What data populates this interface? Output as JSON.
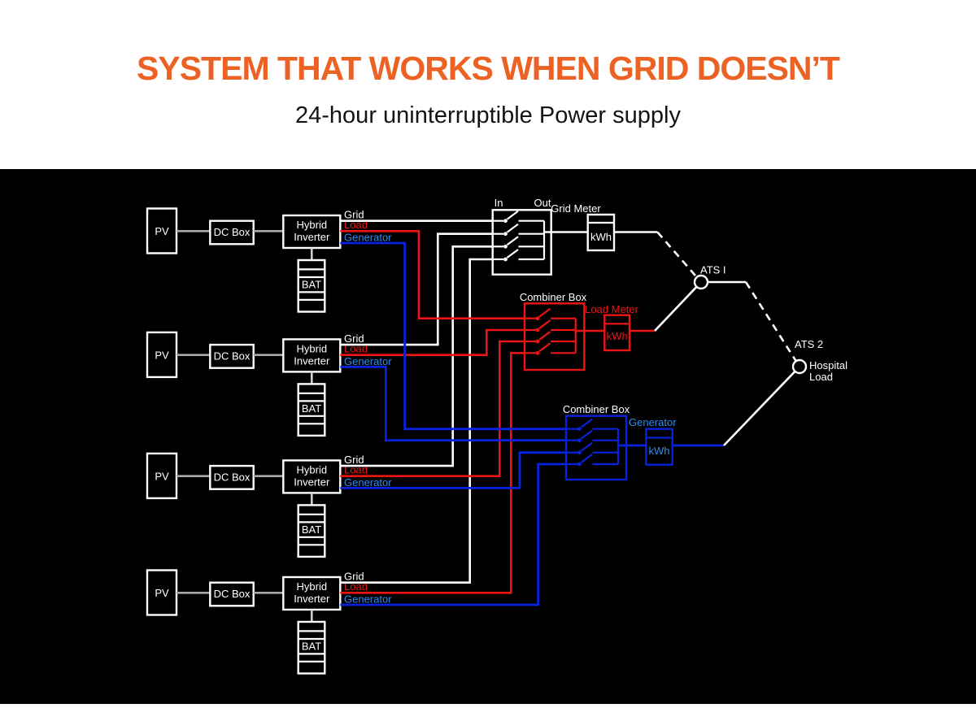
{
  "header": {
    "title": "SYSTEM THAT WORKS WHEN GRID DOESN’T",
    "subtitle": "24-hour uninterruptible Power supply"
  },
  "colors": {
    "accent_orange": "#ec6225",
    "wire_white": "#ffffff",
    "wire_red": "#ee1414",
    "wire_blue": "#0822dd",
    "label_blue": "#2e8bee",
    "panel_bg": "#000000"
  },
  "diagram": {
    "units_count": 4,
    "unit_labels": {
      "pv": "PV",
      "dc_box": "DC Box",
      "inverter_line1": "Hybrid",
      "inverter_line2": "Inverter",
      "battery": "BAT",
      "grid": "Grid",
      "load": "Load",
      "generator": "Generator"
    },
    "grid_switch": {
      "in_label": "In",
      "out_label": "Out"
    },
    "grid_meter": {
      "label": "Grid Meter",
      "value": "kWh"
    },
    "load_combiner": {
      "label": "Combiner Box"
    },
    "load_meter": {
      "label": "Load Meter",
      "value": "kWh"
    },
    "gen_combiner": {
      "label": "Combiner Box"
    },
    "gen_meter": {
      "label": "Generator",
      "value": "kWh"
    },
    "ats1_label": "ATS I",
    "ats2_label": "ATS 2",
    "hospital_line1": "Hospital",
    "hospital_line2": "Load"
  }
}
